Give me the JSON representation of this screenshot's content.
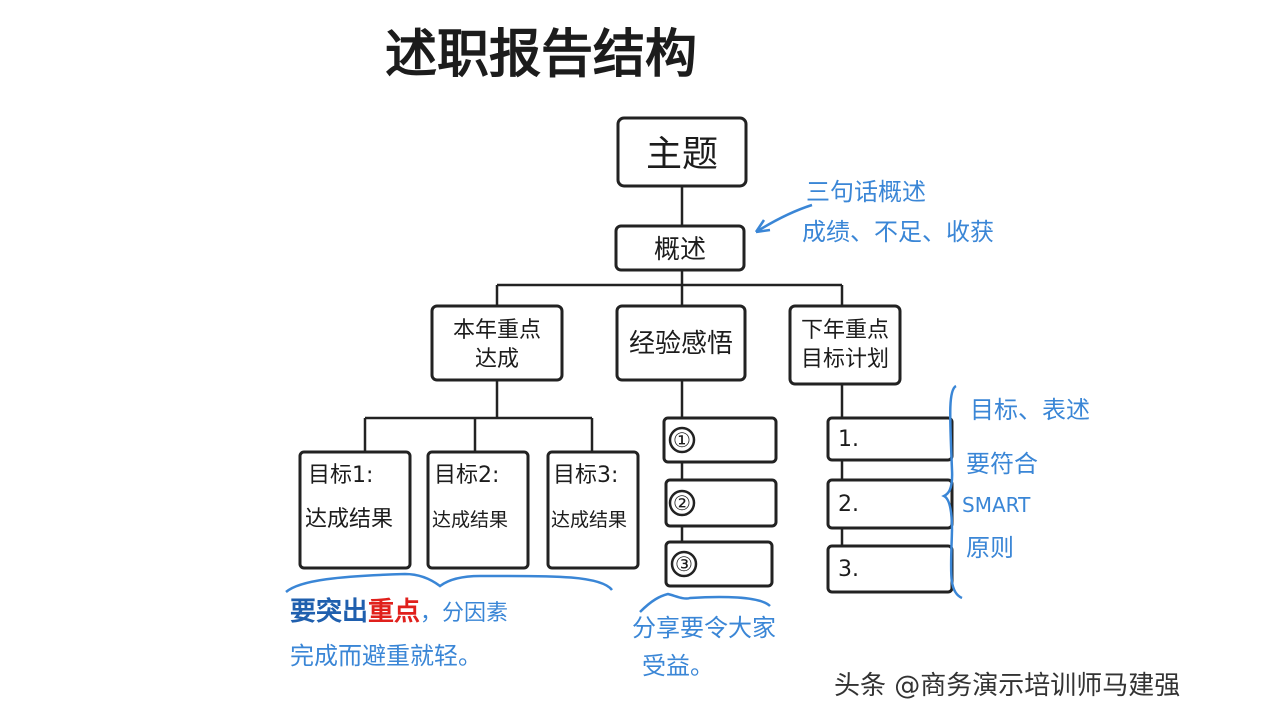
{
  "title": "述职报告结构",
  "nodes": {
    "theme": "主题",
    "overview": "概述",
    "branch1_line1": "本年重点",
    "branch1_line2": "达成",
    "branch2": "经验感悟",
    "branch3_line1": "下年重点",
    "branch3_line2": "目标计划",
    "goal1_line1": "目标1:",
    "goal1_line2": "达成结果",
    "goal2_line1": "目标2:",
    "goal2_line2": "达成结果",
    "goal3_line1": "目标3:",
    "goal3_line2": "达成结果",
    "exp_items": [
      "①",
      "②",
      "③"
    ],
    "plan_items": [
      "1.",
      "2.",
      "3."
    ]
  },
  "annotations": {
    "overview_note_line1": "三句话概述",
    "overview_note_line2": "成绩、不足、收获",
    "plan_note": [
      "目标、表述",
      "要符合",
      "SMART",
      "原则"
    ],
    "goals_note_part1": "要突出",
    "goals_note_highlight": "重点",
    "goals_note_part2": "，分因素",
    "goals_note_line2": "完成而避重就轻。",
    "exp_note_line1": "分享要令大家",
    "exp_note_line2": "受益。"
  },
  "watermark": "头条 @商务演示培训师马建强",
  "colors": {
    "ink": "#1c1c1c",
    "note_blue": "#3a86d6",
    "note_navy": "#1f5fae",
    "highlight_red": "#e0201c",
    "background": "#ffffff"
  }
}
